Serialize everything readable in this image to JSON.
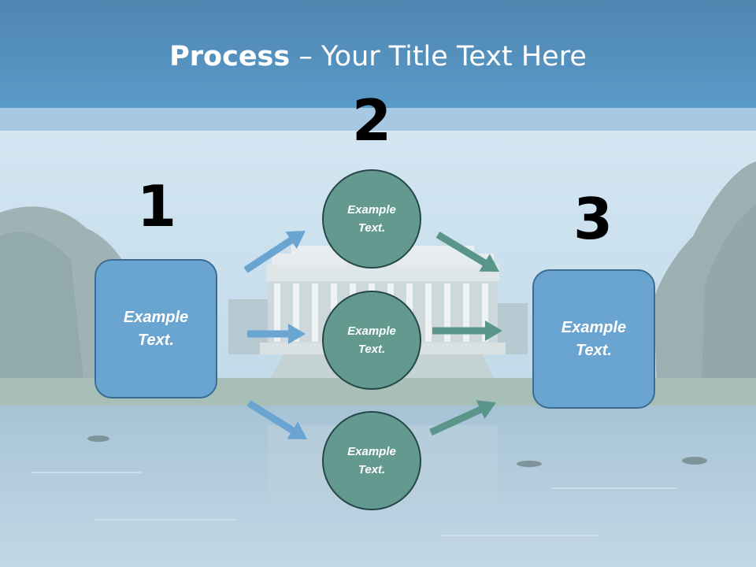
{
  "title": {
    "bold": "Process",
    "rest": " – Your Title Text Here"
  },
  "steps": {
    "one": "1",
    "two": "2",
    "three": "3"
  },
  "left_box": {
    "text": "Example Text."
  },
  "right_box": {
    "text": "Example Text."
  },
  "circles": [
    {
      "text": "Example Text."
    },
    {
      "text": "Example Text."
    },
    {
      "text": "Example Text."
    }
  ],
  "colors": {
    "header": "#5a9ac8",
    "box_fill": "#6aa4d0",
    "circle_fill": "#64998f",
    "arrow_blue": "#6aa4d0",
    "arrow_teal": "#5a958c"
  }
}
